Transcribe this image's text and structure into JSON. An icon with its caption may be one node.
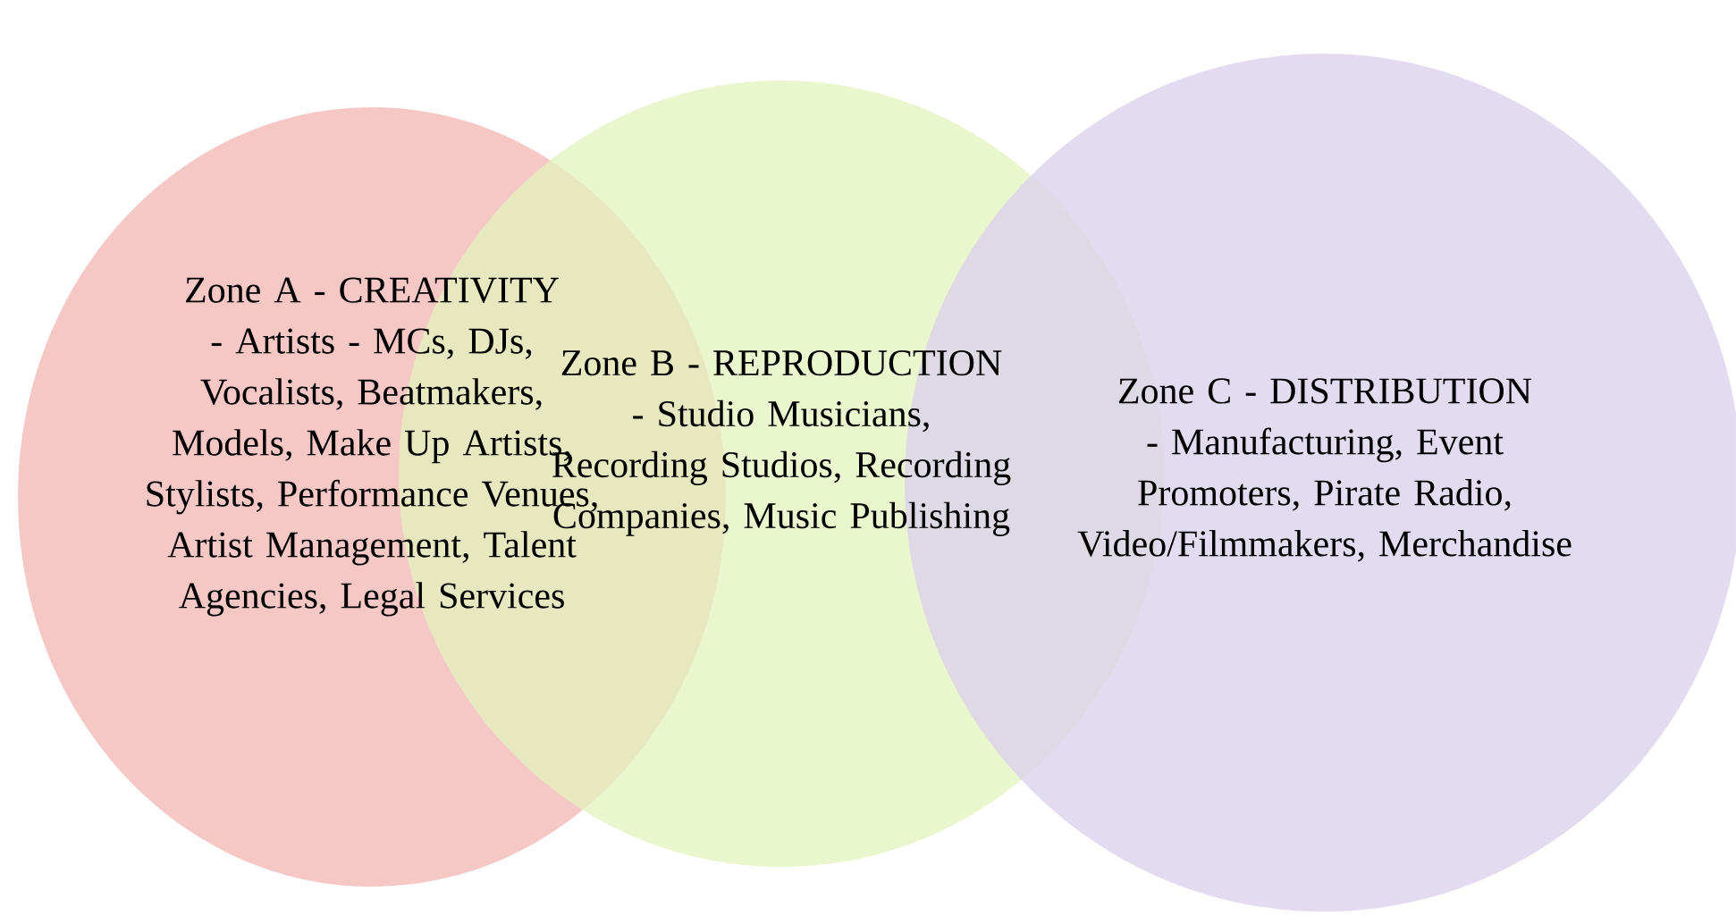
{
  "diagram": {
    "nodes": [
      {
        "text": [
          "Zone A - CREATIVITY - Artists - MCs, DJs, Vocalists, Beatmakers, Models, Make Up Artists, Stylists, Performance Venues, Artist Management, Talent Agencies, Legal Services"
        ]
      },
      {
        "text": [
          "Zone B - REPRODUCTION - Studio Musicians, Recording Studios, Recording Companies, Music Publishing"
        ]
      },
      {
        "text": [
          "Zone C - DISTRIBUTION - Manufacturing, Event Promoters, Pirate Radio, Video/Filmmakers, Merchandise"
        ]
      }
    ]
  }
}
